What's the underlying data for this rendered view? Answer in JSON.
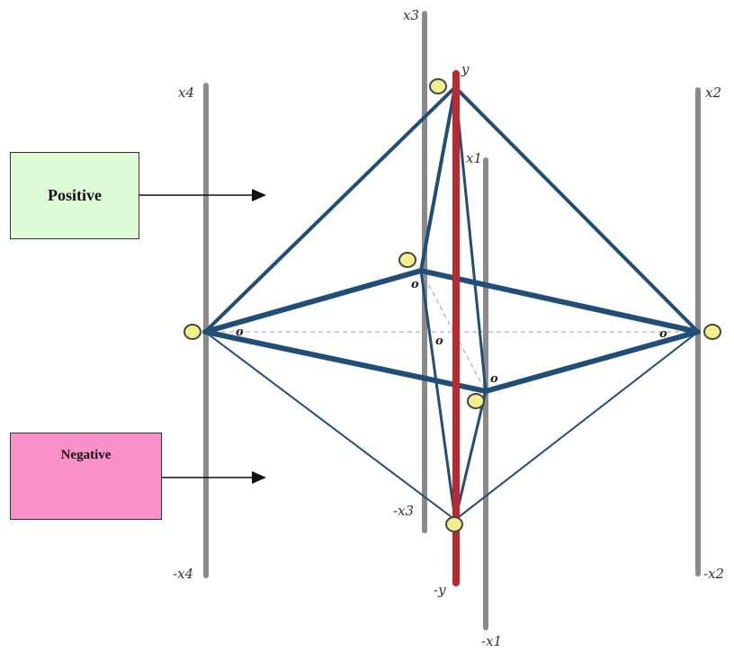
{
  "colors": {
    "axis_gray": "#8a8a8a",
    "y_axis_red": "#c0272d",
    "edge_blue": "#1f4e79",
    "vertex_yellow": "#f2f08a",
    "positive_fill": "#ddfcd6",
    "negative_fill": "#f990c8"
  },
  "legend": {
    "positive": "Positive",
    "negative": "Negative"
  },
  "axis_labels": {
    "x3": "x3",
    "neg_x3": "-x3",
    "x4": "x4",
    "neg_x4": "-x4",
    "x2": "x2",
    "neg_x2": "-x2",
    "x1": "x1",
    "neg_x1": "-x1",
    "y": "y",
    "neg_y": "-y"
  },
  "origin_label": "o"
}
